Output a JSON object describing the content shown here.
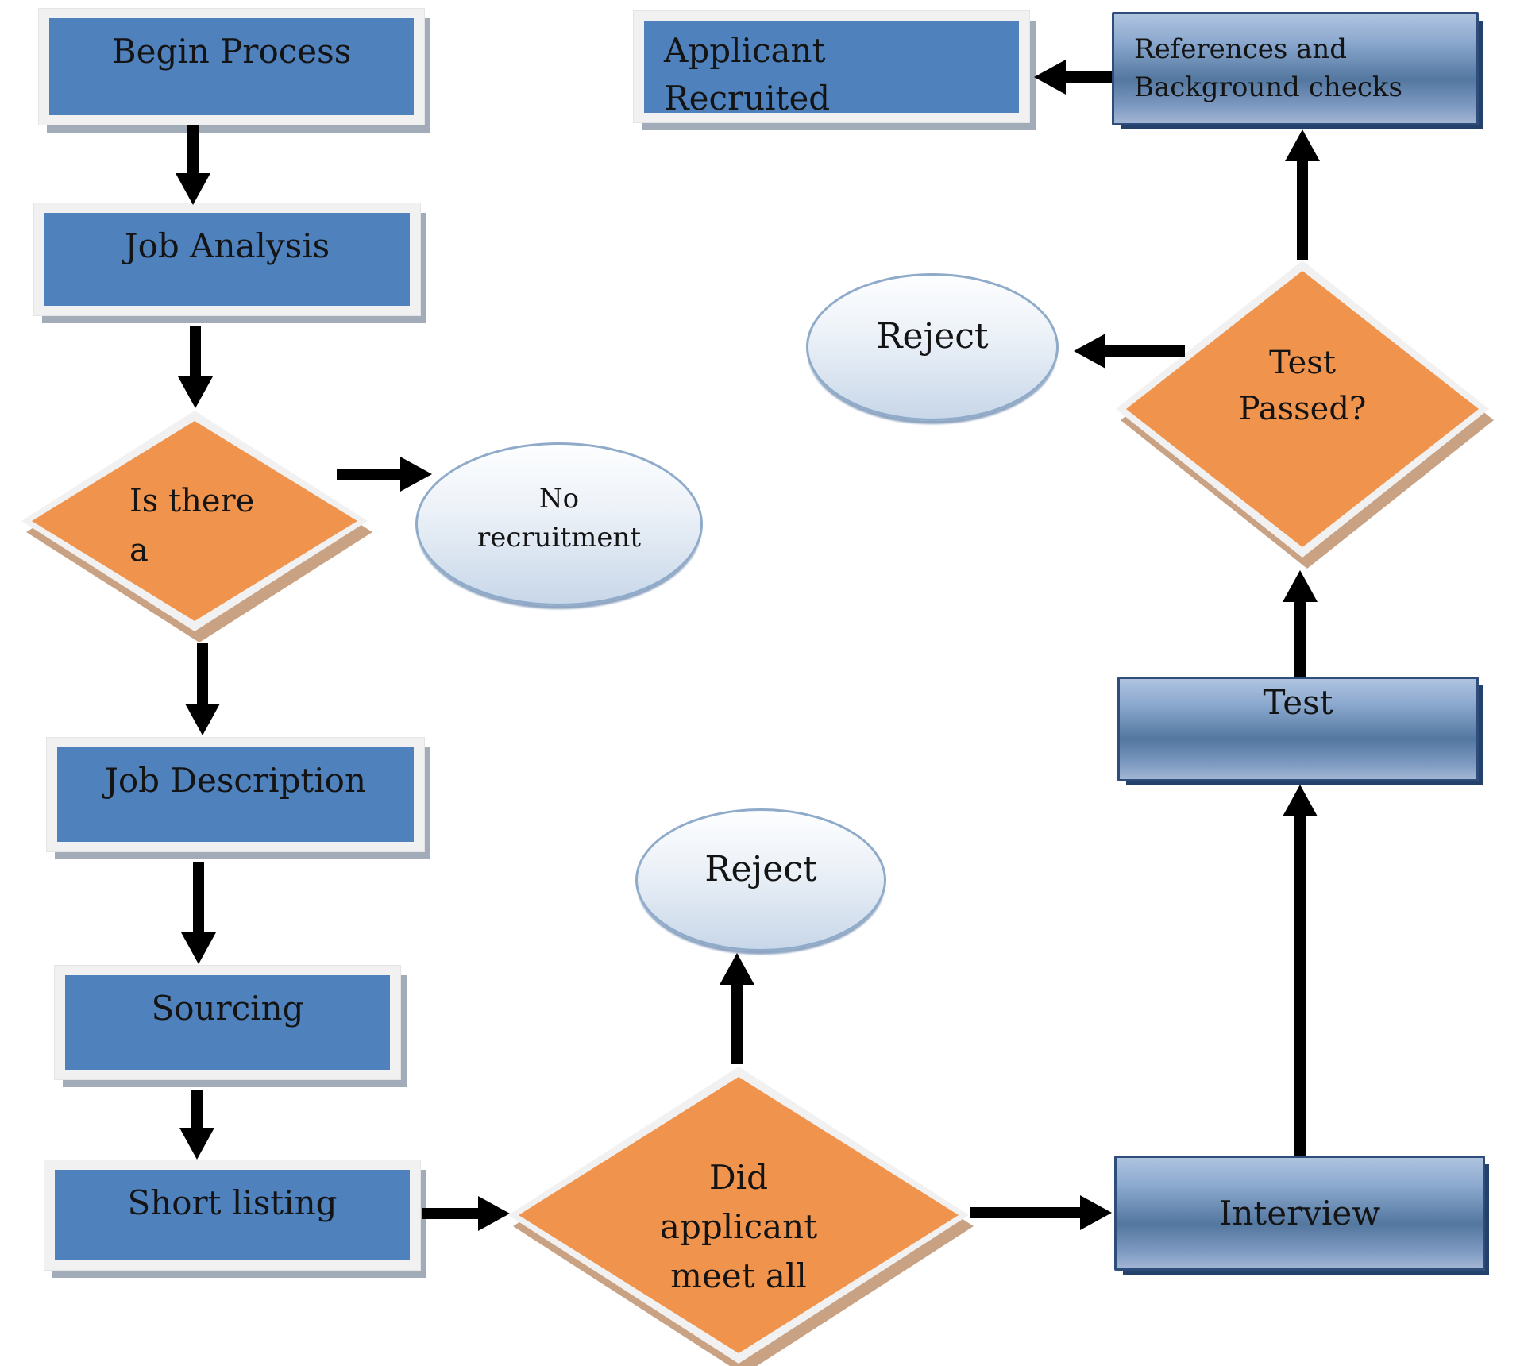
{
  "flowchart": {
    "nodes": {
      "begin_process": {
        "label": "Begin Process"
      },
      "job_analysis": {
        "label": "Job Analysis"
      },
      "vacancy_decision": {
        "line1": "Is there",
        "line2": "a"
      },
      "no_recruitment": {
        "line1": "No",
        "line2": "recruitment"
      },
      "job_description": {
        "label": "Job Description"
      },
      "sourcing": {
        "label": "Sourcing"
      },
      "short_listing": {
        "label": "Short listing"
      },
      "criteria_decision": {
        "line1": "Did",
        "line2": "applicant",
        "line3": "meet all"
      },
      "reject_criteria": {
        "label": "Reject"
      },
      "interview": {
        "label": "Interview"
      },
      "test": {
        "label": "Test"
      },
      "test_passed_decision": {
        "line1": "Test",
        "line2": "Passed?"
      },
      "reject_test": {
        "label": "Reject"
      },
      "references": {
        "line1": "References and",
        "line2": "Background checks"
      },
      "applicant_recruited": {
        "line1": "Applicant",
        "line2": "Recruited"
      }
    },
    "colors": {
      "process_fill": "#4F81BD",
      "process_frame": "#F1F1F2",
      "process_shadow": "#A2ABB8",
      "decision_fill": "#F0944D",
      "decision_frame": "#F1F1F2",
      "decision_shadow": "#C9A283",
      "terminator_border": "#8FABC9",
      "terminator_fill_top": "#FDFEFF",
      "terminator_fill_bottom": "#C8D7E9",
      "stage_fill_mid": "#53779F",
      "stage_border": "#2E4D7B",
      "stage_shadow": "#24416B",
      "arrow": "#000000",
      "text": "#141414"
    }
  }
}
